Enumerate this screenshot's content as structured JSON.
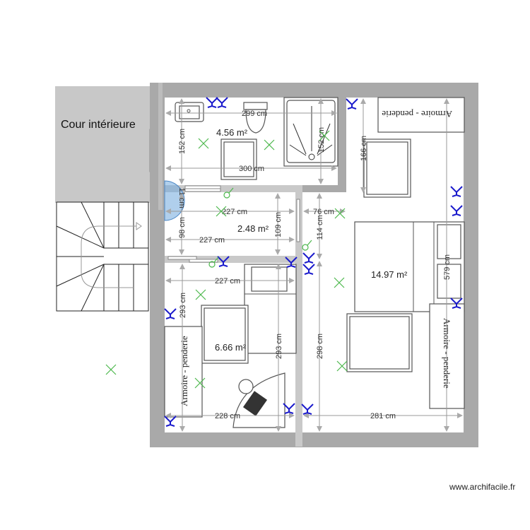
{
  "courtyard": {
    "label": "Cour intérieure"
  },
  "rooms": {
    "bathroom": {
      "area": "4.56 m²"
    },
    "hall": {
      "area": "2.48 m²"
    },
    "bedroom_small": {
      "area": "6.66 m²"
    },
    "bedroom_large": {
      "area": "14.97 m²"
    }
  },
  "furniture": {
    "wardrobe_top": "Armoire - penderie",
    "wardrobe_right": "Armoire - penderie",
    "wardrobe_left": "Armoire - penderie"
  },
  "dimensions": {
    "bath_width_top": "299 cm",
    "bath_width": "300 cm",
    "bath_height_left": "152 cm",
    "bath_height_right": "152 cm",
    "door_gap": "11 cm",
    "hall_height_left": "98 cm",
    "hall_width_top": "227 cm",
    "hall_width_bottom": "227 cm",
    "hall_height_right": "109 cm",
    "passage_width": "76 cm",
    "passage_height": "114 cm",
    "large_top_height": "166 cm",
    "small_width_top": "227 cm",
    "small_height_left": "293 cm",
    "small_height_right": "293 cm",
    "large_lower_height": "298 cm",
    "small_width_bottom": "228 cm",
    "large_width_bottom": "281 cm",
    "large_total_height": "579 cm"
  },
  "watermark": "www.archifacile.fr",
  "colors": {
    "wall": "#a9a9a9",
    "courtyard": "#c8c8c8",
    "outlet": "#1a1acc",
    "light": "#4cb84c",
    "door_swing": "#6fa8dc"
  }
}
